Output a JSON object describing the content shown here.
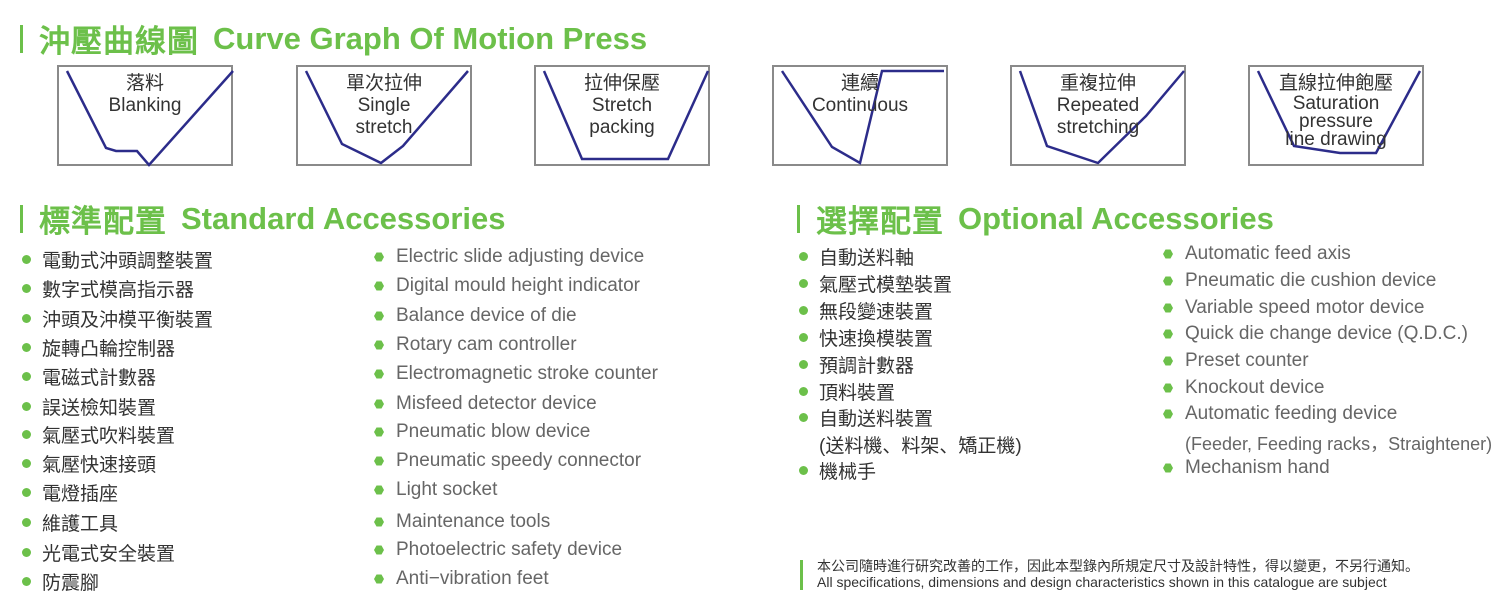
{
  "curve_section": {
    "title_zh": "沖壓曲線圖",
    "title_en": "Curve Graph Of Motion Press"
  },
  "curves": [
    {
      "zh": "落料",
      "en": [
        "Blanking"
      ]
    },
    {
      "zh": "單次拉伸",
      "en": [
        "Single",
        "stretch"
      ]
    },
    {
      "zh": "拉伸保壓",
      "en": [
        "Stretch",
        "packing"
      ]
    },
    {
      "zh": "連續",
      "en": [
        "Continuous"
      ]
    },
    {
      "zh": "重複拉伸",
      "en": [
        "Repeated",
        "stretching"
      ]
    },
    {
      "zh": "直線拉伸飽壓",
      "en": [
        "Saturation",
        "pressure",
        "line drawing"
      ]
    }
  ],
  "standard": {
    "title_zh": "標準配置",
    "title_en": "Standard Accessories",
    "zh_items": [
      "電動式沖頭調整裝置",
      "數字式模高指示器",
      "沖頭及沖模平衡裝置",
      "旋轉凸輪控制器",
      "電磁式計數器",
      "誤送檢知裝置",
      "氣壓式吹料裝置",
      "氣壓快速接頭",
      "電燈插座",
      "維護工具",
      "光電式安全裝置",
      "防震腳"
    ],
    "en_items": [
      "Electric slide adjusting device",
      "Digital mould height indicator",
      "Balance device of die",
      "Rotary cam controller",
      "Electromagnetic stroke counter",
      "Misfeed detector device",
      "Pneumatic blow device",
      "Pneumatic speedy connector",
      "Light socket",
      "Maintenance tools",
      "Photoelectric safety device",
      "Anti−vibration feet"
    ]
  },
  "optional": {
    "title_zh": "選擇配置",
    "title_en": "Optional Accessories",
    "zh_items": [
      "自動送料軸",
      "氣壓式模墊裝置",
      "無段變速裝置",
      "快速換模裝置",
      "預調計數器",
      "頂料裝置",
      "自動送料裝置",
      "機械手"
    ],
    "zh_sub": "(送料機、料架、矯正機)",
    "en_items": [
      "Automatic feed axis",
      "Pneumatic die cushion device",
      "Variable speed motor device",
      "Quick die change device (Q.D.C.)",
      "Preset counter",
      "Knockout device",
      "Automatic feeding device",
      "Mechanism hand"
    ],
    "en_sub": "(Feeder, Feeding racks，Straightener)"
  },
  "footer": {
    "line1": "本公司隨時進行研究改善的工作，因此本型錄內所規定尺寸及設計特性，得以變更，不另行通知。",
    "line2": "All specifications, dimensions and design characteristics shown in this catalogue are subject"
  },
  "colors": {
    "accent": "#6cc04a",
    "curve": "#2c2c8a",
    "box_border": "#8a8a8a"
  }
}
